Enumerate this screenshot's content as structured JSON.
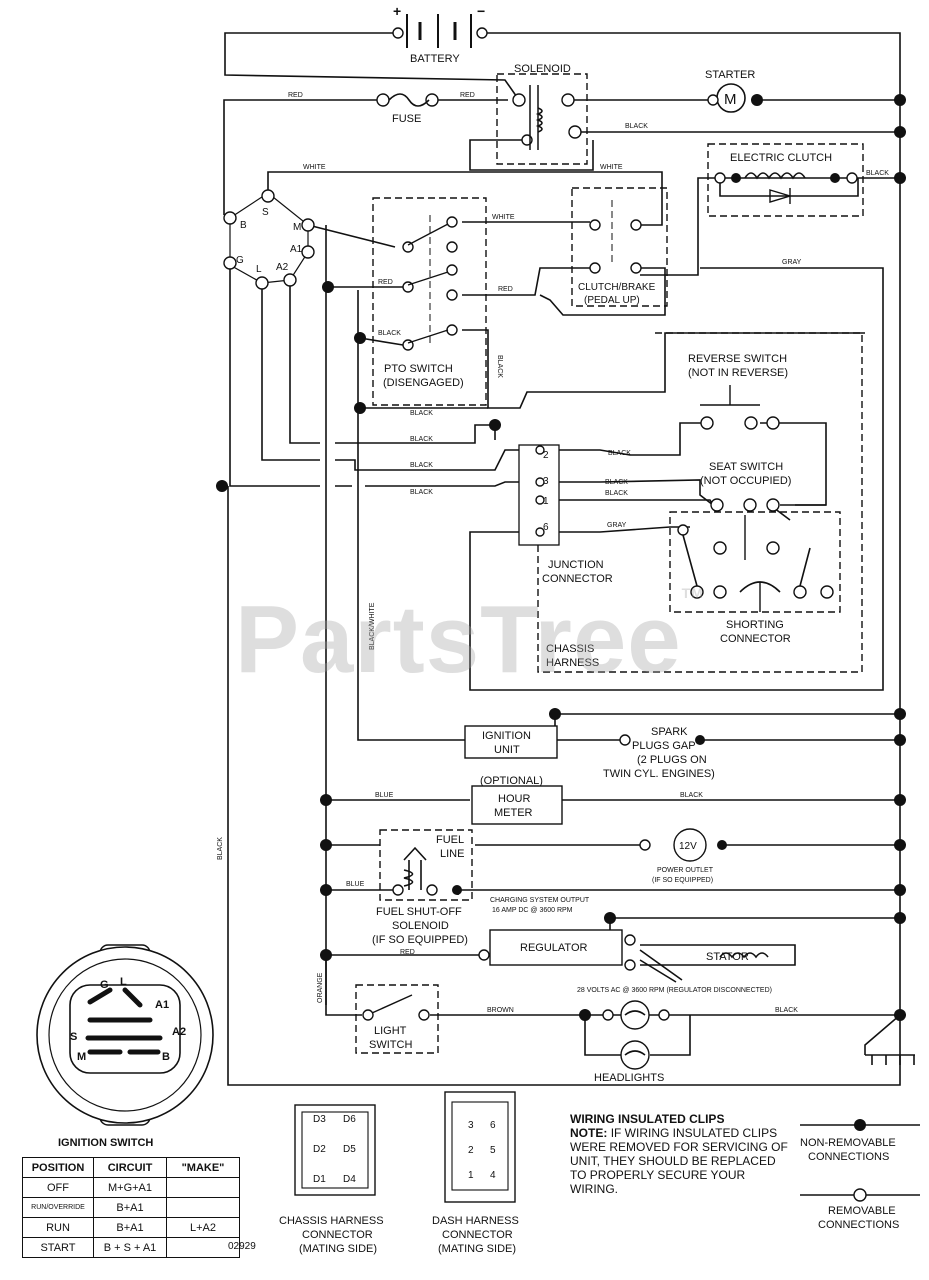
{
  "components": {
    "battery": "BATTERY",
    "battery_plus": "+",
    "battery_minus": "−",
    "solenoid": "SOLENOID",
    "starter": "STARTER",
    "starter_symbol": "M",
    "fuse": "FUSE",
    "electric_clutch": "ELECTRIC CLUTCH",
    "clutch_brake": [
      "CLUTCH/BRAKE",
      "(PEDAL UP)"
    ],
    "pto_switch": [
      "PTO SWITCH",
      "(DISENGAGED)"
    ],
    "reverse_switch": [
      "REVERSE SWITCH",
      "(NOT IN REVERSE)"
    ],
    "seat_switch": [
      "SEAT SWITCH",
      "(NOT OCCUPIED)"
    ],
    "junction_connector": [
      "JUNCTION",
      "CONNECTOR"
    ],
    "chassis_harness": [
      "CHASSIS",
      "HARNESS"
    ],
    "shorting_connector": [
      "SHORTING",
      "CONNECTOR"
    ],
    "ignition_unit": [
      "IGNITION",
      "UNIT"
    ],
    "spark_plugs": [
      "SPARK",
      "PLUGS GAP",
      "(2 PLUGS ON",
      "TWIN CYL. ENGINES)"
    ],
    "hour_meter": [
      "(OPTIONAL)",
      "HOUR",
      "METER"
    ],
    "fuel_line": [
      "FUEL",
      "LINE"
    ],
    "power_outlet": [
      "POWER OUTLET",
      "(IF SO EQUIPPED)"
    ],
    "power_outlet_symbol": "12V",
    "fuel_solenoid": [
      "FUEL SHUT-OFF",
      "SOLENOID",
      "(IF SO EQUIPPED)"
    ],
    "charging_output": [
      "CHARGING SYSTEM OUTPUT",
      "16 AMP DC @ 3600 RPM"
    ],
    "regulator": "REGULATOR",
    "stator": "STATOR",
    "stator_volts": "28 VOLTS AC @ 3600 RPM (REGULATOR DISCONNECTED)",
    "light_switch": [
      "LIGHT",
      "SWITCH"
    ],
    "headlights": "HEADLIGHTS",
    "ignition_switch": "IGNITION SWITCH",
    "chassis_connector": [
      "CHASSIS HARNESS",
      "CONNECTOR",
      "(MATING SIDE)"
    ],
    "dash_connector": [
      "DASH HARNESS",
      "CONNECTOR",
      "(MATING SIDE)"
    ],
    "diagram_number": "02929",
    "watermark": "PartsTree",
    "watermark_tm": "TM"
  },
  "ignition_terminals": {
    "B": "B",
    "S": "S",
    "M": "M",
    "A1": "A1",
    "A2": "A2",
    "G": "G",
    "L": "L"
  },
  "junction_pins": [
    "2",
    "3",
    "1",
    "6"
  ],
  "chassis_pins": [
    "D3",
    "D6",
    "D2",
    "D5",
    "D1",
    "D4"
  ],
  "dash_pins": [
    "3",
    "6",
    "2",
    "5",
    "1",
    "4"
  ],
  "wire_colors": {
    "red": "RED",
    "white": "WHITE",
    "black": "BLACK",
    "gray": "GRAY",
    "blue": "BLUE",
    "orange": "ORANGE",
    "brown": "BROWN",
    "black_white": "BLACK/WHITE"
  },
  "ignition_table": {
    "headers": [
      "POSITION",
      "CIRCUIT",
      "\"MAKE\""
    ],
    "rows": [
      [
        "OFF",
        "M+G+A1",
        ""
      ],
      [
        "RUN/OVERRIDE",
        "B+A1",
        ""
      ],
      [
        "RUN",
        "B+A1",
        "L+A2"
      ],
      [
        "START",
        "B + S + A1",
        ""
      ]
    ]
  },
  "note": {
    "title": "WIRING INSULATED CLIPS",
    "label": "NOTE:",
    "text": "IF WIRING INSULATED CLIPS WERE REMOVED FOR SERVICING OF UNIT, THEY SHOULD BE REPLACED TO PROPERLY SECURE YOUR WIRING."
  },
  "legend": {
    "non_removable": [
      "NON-REMOVABLE",
      "CONNECTIONS"
    ],
    "removable": [
      "REMOVABLE",
      "CONNECTIONS"
    ]
  }
}
